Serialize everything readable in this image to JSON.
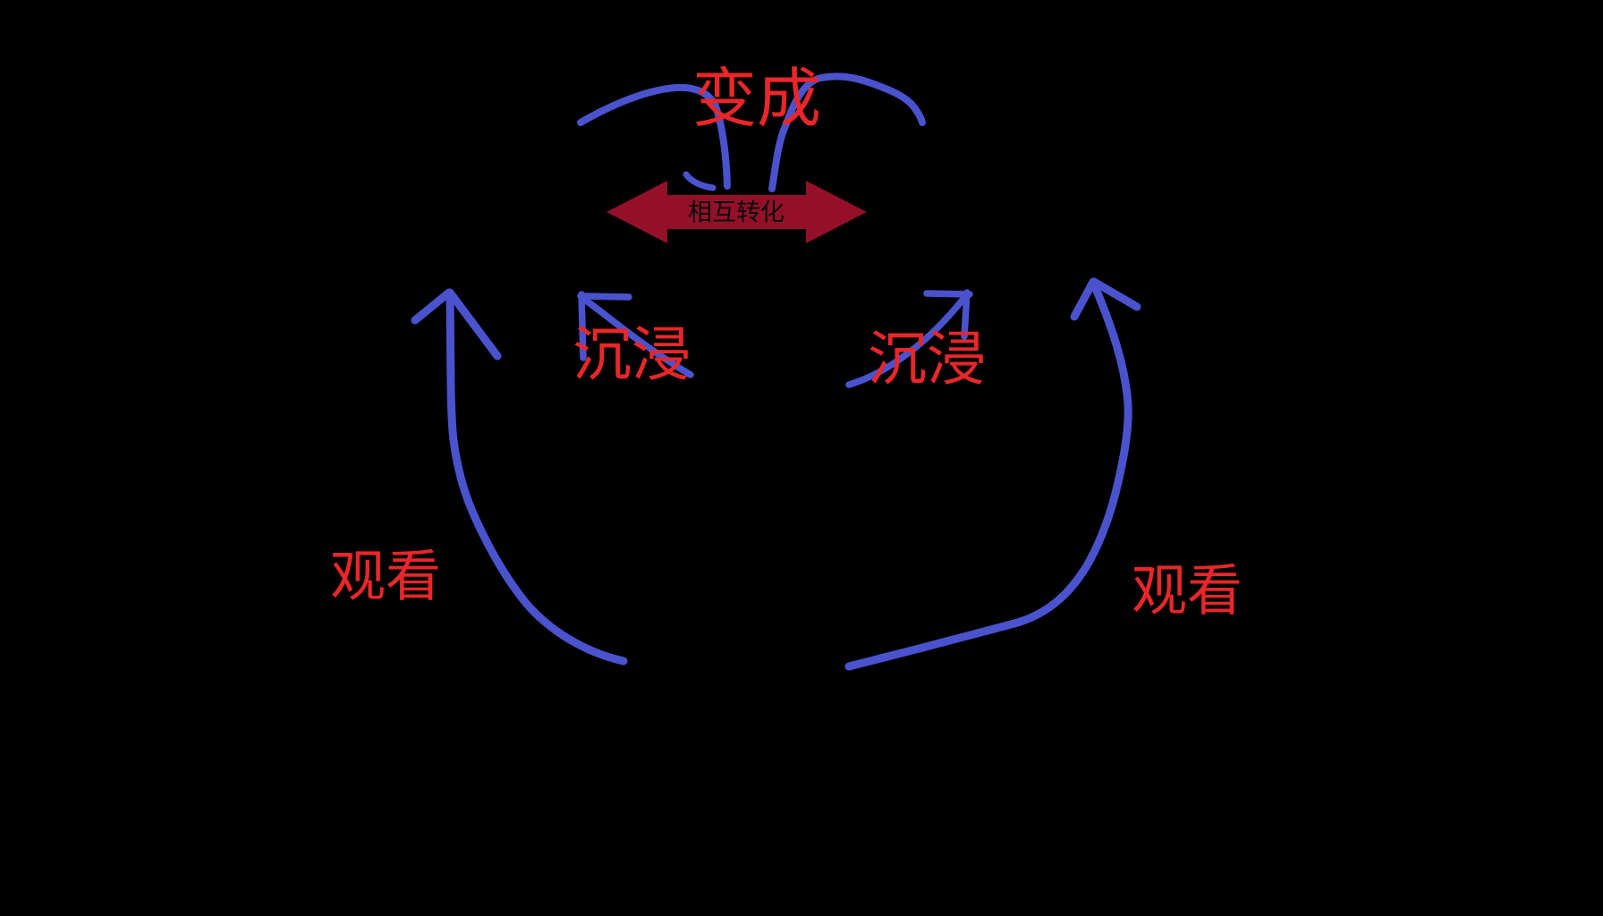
{
  "canvas": {
    "background": "#000000"
  },
  "colors": {
    "stroke_blue": "#4a52cd",
    "label_red": "#e9262a",
    "arrow_fill": "#941029",
    "arrow_label": "#0a0a0a"
  },
  "labels": {
    "become": "变成",
    "mutual_transform": "相互转化",
    "immerse_left": "沉浸",
    "immerse_right": "沉浸",
    "watch_left": "观看",
    "watch_right": "观看"
  }
}
